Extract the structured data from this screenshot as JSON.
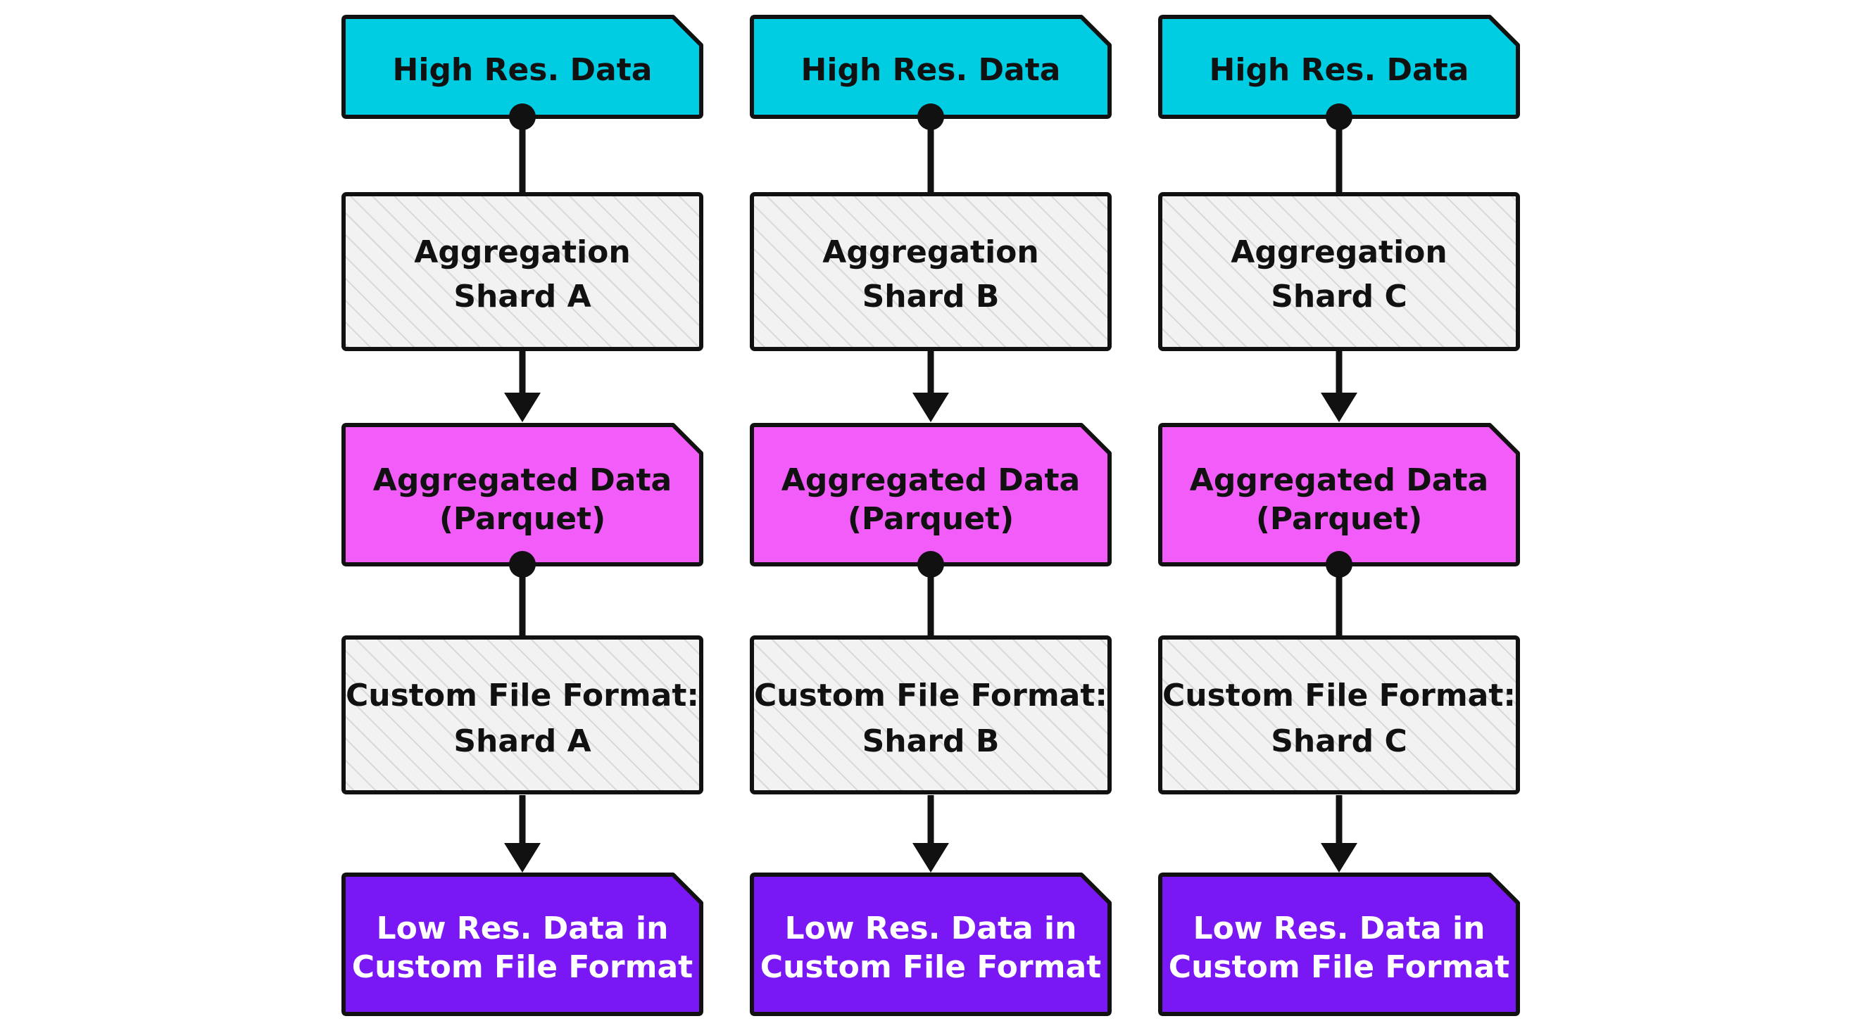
{
  "colors": {
    "high_res": "#00CCE2",
    "aggregated": "#F25CF9",
    "low_res": "#7A17F5",
    "process_fill": "#F2F2F2",
    "hatch": "#D8D8D8",
    "stroke": "#111111",
    "dark_text": "#111111",
    "light_text": "#FFFFFF"
  },
  "pipelines": [
    {
      "high_res": {
        "lines": [
          "High Res. Data"
        ]
      },
      "aggregation": {
        "lines": [
          "Aggregation",
          "Shard A"
        ]
      },
      "aggregated": {
        "lines": [
          "Aggregated Data",
          "(Parquet)"
        ]
      },
      "custom_format": {
        "lines": [
          "Custom File Format:",
          "Shard A"
        ]
      },
      "low_res": {
        "lines": [
          "Low Res. Data in",
          "Custom File Format"
        ]
      }
    },
    {
      "high_res": {
        "lines": [
          "High Res. Data"
        ]
      },
      "aggregation": {
        "lines": [
          "Aggregation",
          "Shard B"
        ]
      },
      "aggregated": {
        "lines": [
          "Aggregated Data",
          "(Parquet)"
        ]
      },
      "custom_format": {
        "lines": [
          "Custom File Format:",
          "Shard B"
        ]
      },
      "low_res": {
        "lines": [
          "Low Res. Data in",
          "Custom File Format"
        ]
      }
    },
    {
      "high_res": {
        "lines": [
          "High Res. Data"
        ]
      },
      "aggregation": {
        "lines": [
          "Aggregation",
          "Shard C"
        ]
      },
      "aggregated": {
        "lines": [
          "Aggregated Data",
          "(Parquet)"
        ]
      },
      "custom_format": {
        "lines": [
          "Custom File Format:",
          "Shard C"
        ]
      },
      "low_res": {
        "lines": [
          "Low Res. Data in",
          "Custom File Format"
        ]
      }
    }
  ]
}
